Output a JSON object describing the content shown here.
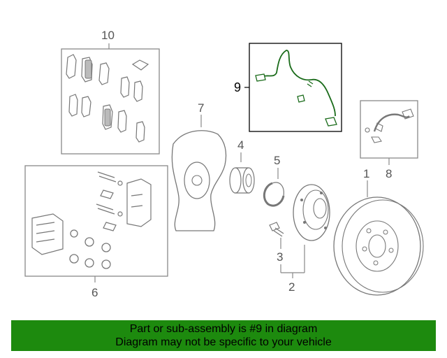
{
  "colors": {
    "banner_bg": "#1d8a0e",
    "line": "#888888",
    "highlight_line": "#000000",
    "wire": "#1a6b1a"
  },
  "callouts": {
    "c1": "1",
    "c2": "2",
    "c3": "3",
    "c4": "4",
    "c5": "5",
    "c6": "6",
    "c7": "7",
    "c8": "8",
    "c9": "9",
    "c10": "10"
  },
  "banner": {
    "line1": "Part or sub-assembly is #9 in diagram",
    "line2": "Diagram may not be specific to your vehicle"
  }
}
